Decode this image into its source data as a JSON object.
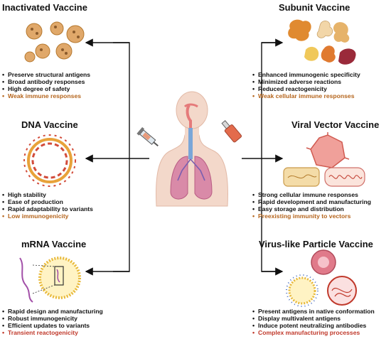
{
  "center": {
    "figure": "human-respiratory-tract",
    "tools": [
      "syringe-icon",
      "nasal-spray-icon"
    ]
  },
  "vaccines": {
    "inactivated": {
      "title": "Inactivated Vaccine",
      "points": [
        "Preserve structural antigens",
        "Broad antibody responses",
        "High degree of safety"
      ],
      "limitation": "Weak immune responses"
    },
    "dna": {
      "title": "DNA Vaccine",
      "points": [
        "High stability",
        "Ease of production",
        "Rapid adaptability to variants"
      ],
      "limitation": "Low immunogenicity"
    },
    "mrna": {
      "title": "mRNA Vaccine",
      "points": [
        "Rapid design and manufacturing",
        "Robust immunogenicity",
        "Efficient updates to variants"
      ],
      "limitation": "Transient reactogenicity"
    },
    "subunit": {
      "title": "Subunit Vaccine",
      "points": [
        "Enhanced immunogenic specificity",
        "Minimized adverse reactions",
        "Reduced reactogenicity"
      ],
      "limitation": "Weak cellular immune responses"
    },
    "viral_vector": {
      "title": "Viral Vector Vaccine",
      "points": [
        "Strong cellular immune responses",
        "Rapid development and manufacturing",
        "Easy storage and distribution"
      ],
      "limitation": "Preexisting immunity to vectors"
    },
    "vlp": {
      "title": "Virus-like Particle Vaccine",
      "points": [
        "Present antigens in native conformation",
        "Display multivalent antigens",
        "Induce potent neutralizing antibodies"
      ],
      "limitation": "Complex manufacturing processes"
    }
  },
  "colors": {
    "advantage_text": "#111111",
    "limitation_orange": "#b5651d",
    "limitation_red": "#c0392b",
    "arrow": "#111111"
  }
}
